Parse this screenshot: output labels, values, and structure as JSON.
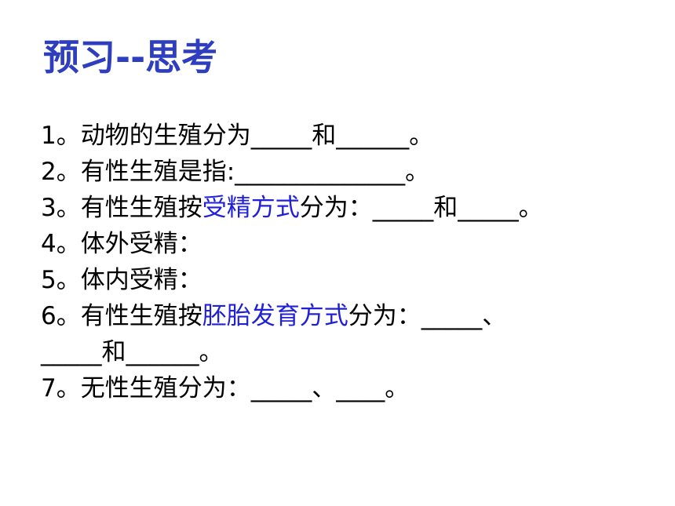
{
  "title": "预习--思考",
  "colors": {
    "title": "#2E3EBE",
    "highlight": "#2020D8",
    "text": "#000000"
  },
  "lines": [
    [
      {
        "text": "1。动物的生殖分为_____和______。",
        "hl": false
      }
    ],
    [
      {
        "text": "2。有性生殖是指:______________。",
        "hl": false
      }
    ],
    [
      {
        "text": "3。有性生殖按",
        "hl": false
      },
      {
        "text": "受精方式",
        "hl": true
      },
      {
        "text": "分为：_____和_____。",
        "hl": false
      }
    ],
    [
      {
        "text": "4。体外受精：",
        "hl": false
      }
    ],
    [
      {
        "text": "5。体内受精：",
        "hl": false
      }
    ],
    [
      {
        "text": "6。有性生殖按",
        "hl": false
      },
      {
        "text": "胚胎发育方式",
        "hl": true
      },
      {
        "text": "分为：_____、",
        "hl": false
      }
    ],
    [
      {
        "text": "_____和______。",
        "hl": false
      }
    ],
    [
      {
        "text": "7。无性生殖分为：_____、____。",
        "hl": false
      }
    ]
  ]
}
